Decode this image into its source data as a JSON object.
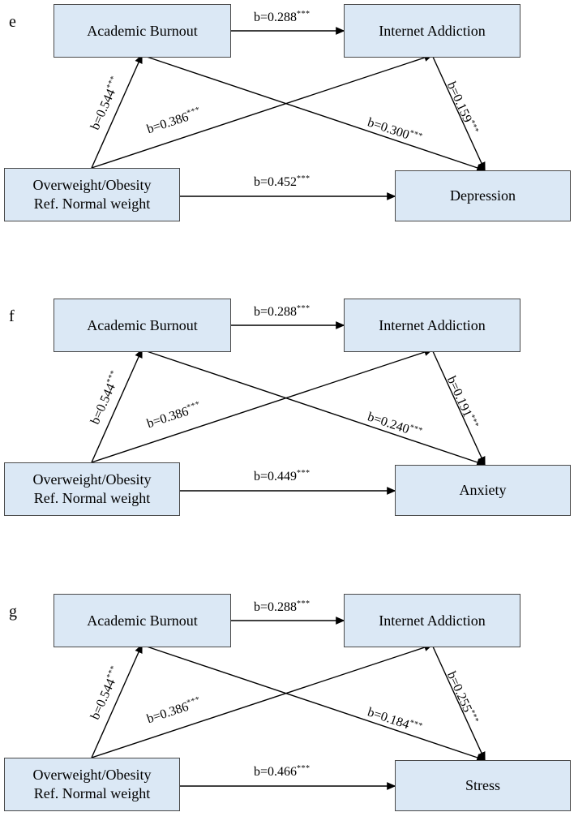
{
  "panels": [
    {
      "letter": "e",
      "nodes": {
        "ab": "Academic Burnout",
        "ia": "Internet Addiction",
        "ow_line1": "Overweight/Obesity",
        "ow_line2": "Ref. Normal weight",
        "out": "Depression"
      },
      "edges": {
        "ab_ia": "b=0.288",
        "ow_ab": "b=0.544",
        "ow_ia": "b=0.386",
        "ab_out": "b=0.300",
        "ia_out": "b=0.159",
        "ow_out": "b=0.452"
      },
      "sig": "***"
    },
    {
      "letter": "f",
      "nodes": {
        "ab": "Academic Burnout",
        "ia": "Internet Addiction",
        "ow_line1": "Overweight/Obesity",
        "ow_line2": "Ref. Normal weight",
        "out": "Anxiety"
      },
      "edges": {
        "ab_ia": "b=0.288",
        "ow_ab": "b=0.544",
        "ow_ia": "b=0.386",
        "ab_out": "b=0.240",
        "ia_out": "b=0.191",
        "ow_out": "b=0.449"
      },
      "sig": "***"
    },
    {
      "letter": "g",
      "nodes": {
        "ab": "Academic Burnout",
        "ia": "Internet Addiction",
        "ow_line1": "Overweight/Obesity",
        "ow_line2": "Ref. Normal weight",
        "out": "Stress"
      },
      "edges": {
        "ab_ia": "b=0.288",
        "ow_ab": "b=0.544",
        "ow_ia": "b=0.386",
        "ab_out": "b=0.184",
        "ia_out": "b=0.255",
        "ow_out": "b=0.466"
      },
      "sig": "***"
    }
  ]
}
